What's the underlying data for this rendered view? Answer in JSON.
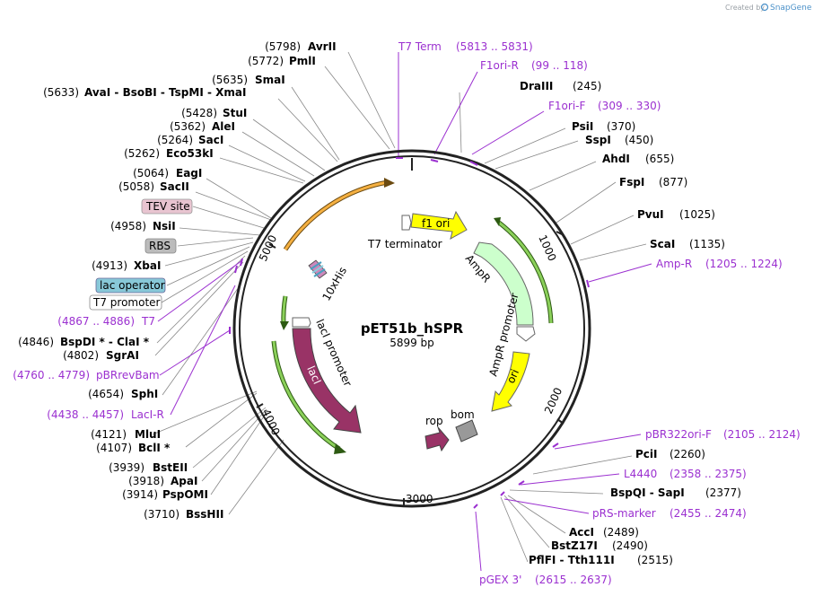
{
  "credit": {
    "prefix": "Created by",
    "brand": "SnapGene"
  },
  "plasmid": {
    "name": "pET51b_hSPR",
    "length_label": "5899 bp"
  },
  "ticks": [
    "1000",
    "2000",
    "3000",
    "4000",
    "5000"
  ],
  "features": {
    "t7_terminator": "T7 terminator",
    "f1_ori": "f1 ori",
    "ampr": "AmpR",
    "ampr_promoter": "AmpR promoter",
    "ori": "ori",
    "rop": "rop",
    "bom": "bom",
    "laci": "lacI",
    "laci_promoter": "lacI promoter",
    "his": "10xHis"
  },
  "boxed_labels": {
    "tev": "TEV site",
    "rbs": "RBS",
    "lac_operator": "lac operator",
    "t7_promoter": "T7 promoter"
  },
  "enzymes_left": [
    {
      "pos": "(5798)",
      "name": "AvrII"
    },
    {
      "pos": "(5772)",
      "name": "PmlI"
    },
    {
      "pos": "(5635)",
      "name": "SmaI"
    },
    {
      "pos": "(5633)",
      "name": "AvaI  - BsoBI  - TspMI  - XmaI"
    },
    {
      "pos": "(5428)",
      "name": "StuI"
    },
    {
      "pos": "(5362)",
      "name": "AleI"
    },
    {
      "pos": "(5264)",
      "name": "SacI"
    },
    {
      "pos": "(5262)",
      "name": "Eco53kI"
    },
    {
      "pos": "(5064)",
      "name": "EagI"
    },
    {
      "pos": "(5058)",
      "name": "SacII"
    },
    {
      "pos": "(4958)",
      "name": "NsiI"
    },
    {
      "pos": "(4913)",
      "name": "XbaI"
    },
    {
      "pos": "(4846)",
      "name": "BspDI *  - ClaI *"
    },
    {
      "pos": "(4802)",
      "name": "SgrAI"
    },
    {
      "pos": "(4654)",
      "name": "SphI"
    },
    {
      "pos": "(4121)",
      "name": "MluI"
    },
    {
      "pos": "(4107)",
      "name": "BclI *"
    },
    {
      "pos": "(3939)",
      "name": "BstEII"
    },
    {
      "pos": "(3918)",
      "name": "ApaI"
    },
    {
      "pos": "(3914)",
      "name": "PspOMI"
    },
    {
      "pos": "(3710)",
      "name": "BssHII"
    }
  ],
  "primers_left": [
    {
      "name": "T7",
      "range": "(4867 .. 4886)"
    },
    {
      "name": "pBRrevBam",
      "range": "(4760 .. 4779)"
    },
    {
      "name": "LacI-R",
      "range": "(4438 .. 4457)"
    }
  ],
  "enzymes_right": [
    {
      "name": "DraIII",
      "pos": "(245)"
    },
    {
      "name": "PsiI",
      "pos": "(370)"
    },
    {
      "name": "SspI",
      "pos": "(450)"
    },
    {
      "name": "AhdI",
      "pos": "(655)"
    },
    {
      "name": "FspI",
      "pos": "(877)"
    },
    {
      "name": "PvuI",
      "pos": "(1025)"
    },
    {
      "name": "ScaI",
      "pos": "(1135)"
    },
    {
      "name": "PciI",
      "pos": "(2260)"
    },
    {
      "name": "BspQI  - SapI",
      "pos": "(2377)"
    },
    {
      "name": "AccI",
      "pos": "(2489)"
    },
    {
      "name": "BstZ17I",
      "pos": "(2490)"
    },
    {
      "name": "PflFI  - Tth111I",
      "pos": "(2515)"
    }
  ],
  "primers_right": [
    {
      "name": "T7 Term",
      "range": "(5813 .. 5831)"
    },
    {
      "name": "F1ori-R",
      "range": "(99 .. 118)"
    },
    {
      "name": "F1ori-F",
      "range": "(309 .. 330)"
    },
    {
      "name": "Amp-R",
      "range": "(1205 .. 1224)"
    },
    {
      "name": "pBR322ori-F",
      "range": "(2105 .. 2124)"
    },
    {
      "name": "L4440",
      "range": "(2358 .. 2375)"
    },
    {
      "name": "pRS-marker",
      "range": "(2455 .. 2474)"
    },
    {
      "name": "pGEX 3'",
      "range": "(2615 .. 2637)"
    }
  ],
  "colors": {
    "backbone": "#222222",
    "primer": "#9b30d0",
    "feature_yellow": "#ffff00",
    "feature_green_light": "#ccffcc",
    "feature_maroon": "#993366",
    "feature_gray": "#999999",
    "green_arc": "#8bd05a",
    "orange_arc": "#f5b041"
  }
}
